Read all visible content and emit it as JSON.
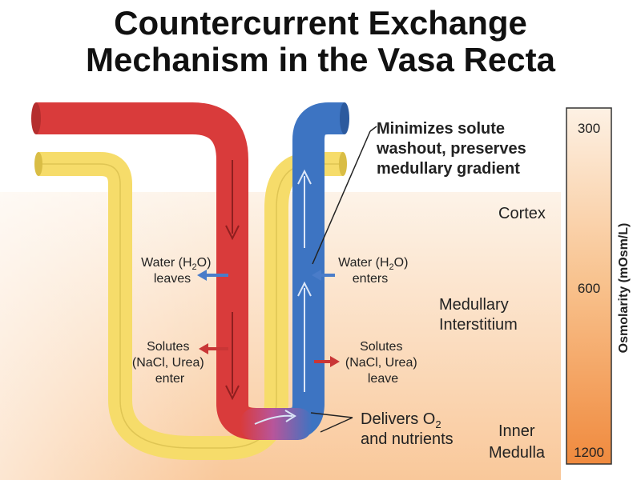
{
  "title": {
    "line1": "Countercurrent Exchange",
    "line2": "Mechanism in the Vasa Recta"
  },
  "labels": {
    "water_leaves": [
      "Water (H",
      "2",
      "O)",
      "leaves"
    ],
    "water_enters": [
      "Water (H",
      "2",
      "O)",
      "enters"
    ],
    "solutes_enter": [
      "Solutes",
      "(NaCl, Urea)",
      "enter"
    ],
    "solutes_leave": [
      "Solutes",
      "(NaCl, Urea)",
      "leave"
    ],
    "minimizes": [
      "Minimizes solute",
      "washout, preserves",
      "medullary gradient"
    ],
    "delivers": [
      "Delivers O",
      "2",
      "and nutrients"
    ],
    "cortex": "Cortex",
    "medullary_interstitium": [
      "Medullary",
      "Interstitium"
    ],
    "inner_medulla": [
      "Inner",
      "Medulla"
    ]
  },
  "scale": {
    "axis_label": "Osmolarity (mOsm/L)",
    "tick_top": "300",
    "tick_mid": "600",
    "tick_bottom": "1200"
  },
  "colors": {
    "artery_red": "#d93b3b",
    "vein_blue": "#3d74c2",
    "loop_yellow": "#f6dc6a",
    "gradient_light": "#fdf1e4",
    "gradient_dark": "#f29a52"
  }
}
